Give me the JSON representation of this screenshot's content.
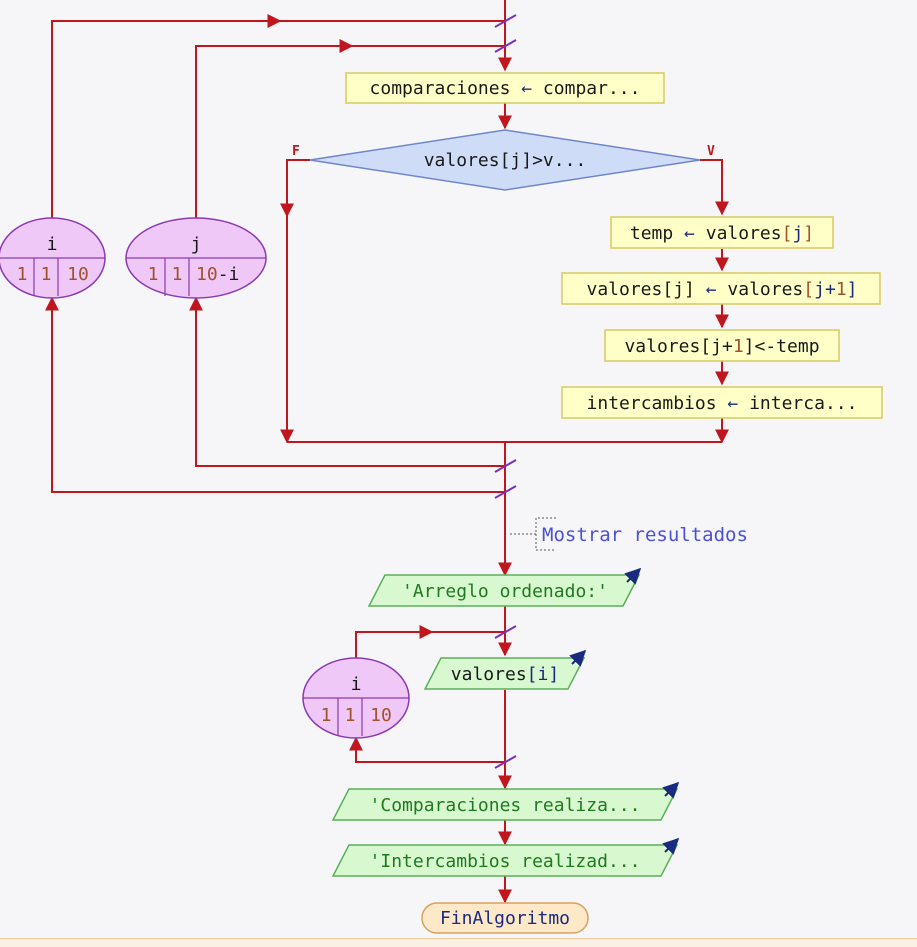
{
  "colors": {
    "line": "#c0171f",
    "slash": "#7b2fbe",
    "process_fill": "#ffffc8",
    "process_stroke": "#d8c860",
    "decision_fill": "#cfdcf8",
    "decision_stroke": "#6f86c8",
    "io_fill": "#d8f8d0",
    "io_stroke": "#5ab05a",
    "loop_fill": "#f0c8f8",
    "loop_stroke": "#8a3ab0",
    "end_fill": "#fde8c8",
    "end_stroke": "#d8a060",
    "text_dark": "#1a1a1a",
    "text_var": "#1a2a80",
    "text_num": "#a0522d",
    "text_string": "#1f7a1f",
    "text_comment": "#4a50d8",
    "branch_label": "#c0171f",
    "arrow_io": "#1a2a80"
  },
  "nodes": {
    "comparaciones": {
      "parts": [
        {
          "t": "comparaciones ",
          "c": "text_dark"
        },
        {
          "t": "←",
          "c": "text_var"
        },
        {
          "t": " compar",
          "c": "text_dark"
        },
        {
          "t": "...",
          "c": "text_dark"
        }
      ]
    },
    "decision": {
      "parts": [
        {
          "t": "valores[j]>v",
          "c": "text_dark"
        },
        {
          "t": "...",
          "c": "text_dark"
        }
      ]
    },
    "decision_false_label": "F",
    "decision_true_label": "V",
    "temp": {
      "parts": [
        {
          "t": "temp ",
          "c": "text_dark"
        },
        {
          "t": "←",
          "c": "text_var"
        },
        {
          "t": " valores",
          "c": "text_dark"
        },
        {
          "t": "[",
          "c": "text_num"
        },
        {
          "t": "j",
          "c": "text_var"
        },
        {
          "t": "]",
          "c": "text_num"
        }
      ]
    },
    "swap1": {
      "parts": [
        {
          "t": "valores[j] ",
          "c": "text_dark"
        },
        {
          "t": "←",
          "c": "text_var"
        },
        {
          "t": " valores",
          "c": "text_dark"
        },
        {
          "t": "[",
          "c": "text_num"
        },
        {
          "t": "j+",
          "c": "text_var"
        },
        {
          "t": "1",
          "c": "text_num"
        },
        {
          "t": "]",
          "c": "text_var"
        }
      ]
    },
    "swap2": {
      "parts": [
        {
          "t": "valores[j+",
          "c": "text_dark"
        },
        {
          "t": "1",
          "c": "text_num"
        },
        {
          "t": "]<-temp",
          "c": "text_dark"
        }
      ]
    },
    "intercambios": {
      "parts": [
        {
          "t": "intercambios ",
          "c": "text_dark"
        },
        {
          "t": "←",
          "c": "text_var"
        },
        {
          "t": " interca",
          "c": "text_dark"
        },
        {
          "t": "...",
          "c": "text_dark"
        }
      ]
    },
    "comment": "Mostrar resultados",
    "out1": "'Arreglo ordenado:'",
    "out2": {
      "parts": [
        {
          "t": "valores",
          "c": "text_dark"
        },
        {
          "t": "[",
          "c": "text_var"
        },
        {
          "t": "i",
          "c": "text_var"
        },
        {
          "t": "]",
          "c": "text_var"
        }
      ]
    },
    "out3": "'Comparaciones realiza...",
    "out4": "'Intercambios realizad...",
    "end": "FinAlgoritmo"
  },
  "loops": {
    "outer_i": {
      "var": "i",
      "start": "1",
      "step": "1",
      "end": "10"
    },
    "inner_j": {
      "var": "j",
      "start": "1",
      "step": "1",
      "end": "10",
      "end_suffix": "-i"
    },
    "print_i": {
      "var": "i",
      "start": "1",
      "step": "1",
      "end": "10"
    }
  }
}
